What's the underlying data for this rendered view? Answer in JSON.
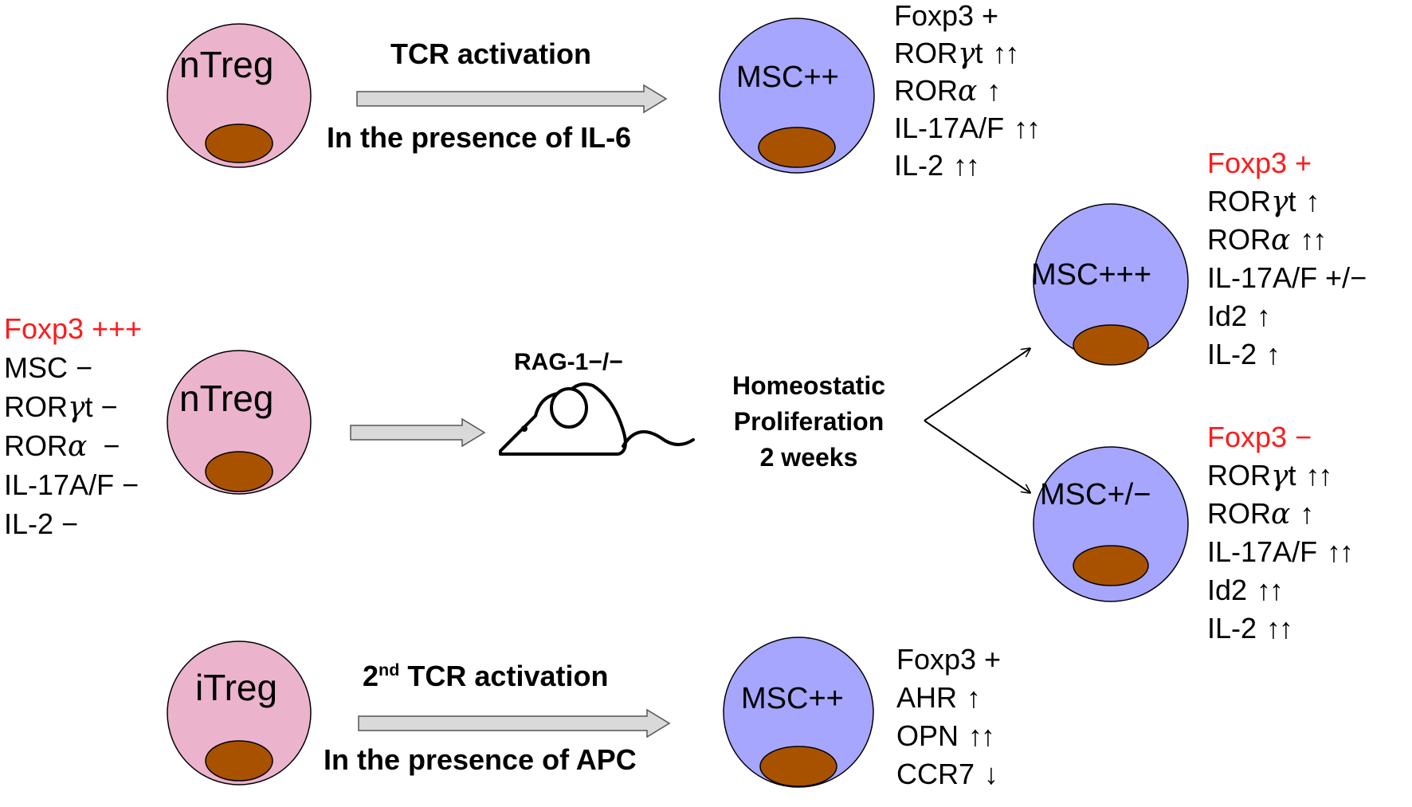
{
  "row_top": {
    "cell": "nTreg",
    "arrow_label_top": "TCR activation",
    "arrow_label_bottom": "In the presence of IL-6",
    "result_cell": "MSC++",
    "markers": [
      {
        "prefix": "Foxp3 +",
        "greek": "",
        "suffix": "",
        "arrows": ""
      },
      {
        "prefix": "ROR",
        "greek": "γ",
        "suffix": "t",
        "arrows": "↑↑"
      },
      {
        "prefix": "ROR",
        "greek": "α",
        "suffix": "",
        "arrows": "↑"
      },
      {
        "prefix": "IL-17A/F",
        "greek": "",
        "suffix": "",
        "arrows": "↑↑"
      },
      {
        "prefix": "IL-2",
        "greek": "",
        "suffix": "",
        "arrows": "↑↑"
      }
    ]
  },
  "row_middle": {
    "input_markers": [
      {
        "prefix": "Foxp3 +++",
        "greek": "",
        "suffix": "",
        "red": true
      },
      {
        "prefix": "MSC −",
        "greek": "",
        "suffix": ""
      },
      {
        "prefix": "ROR",
        "greek": "γ",
        "suffix": "t −"
      },
      {
        "prefix": "ROR",
        "greek": "α",
        "suffix": "  −"
      },
      {
        "prefix": "IL-17A/F −",
        "greek": "",
        "suffix": ""
      },
      {
        "prefix": "IL-2 −",
        "greek": "",
        "suffix": ""
      }
    ],
    "cell": "nTreg",
    "mouse_label": "RAG-1−/−",
    "process_lines": [
      "Homeostatic",
      "Proliferation",
      "2 weeks"
    ],
    "branch_upper": {
      "cell": "MSC+++",
      "markers": [
        {
          "prefix": "Foxp3 +",
          "greek": "",
          "suffix": "",
          "arrows": "",
          "red": true
        },
        {
          "prefix": "ROR",
          "greek": "γ",
          "suffix": "t",
          "arrows": "↑"
        },
        {
          "prefix": "ROR",
          "greek": "α",
          "suffix": "",
          "arrows": "↑↑"
        },
        {
          "prefix": "IL-17A/F +/−",
          "greek": "",
          "suffix": "",
          "arrows": ""
        },
        {
          "prefix": "Id2",
          "greek": "",
          "suffix": "",
          "arrows": "↑"
        },
        {
          "prefix": "IL-2",
          "greek": "",
          "suffix": "",
          "arrows": "↑"
        }
      ]
    },
    "branch_lower": {
      "cell": "MSC+/−",
      "markers": [
        {
          "prefix": "Foxp3 −",
          "greek": "",
          "suffix": "",
          "arrows": "",
          "red": true
        },
        {
          "prefix": "ROR",
          "greek": "γ",
          "suffix": "t",
          "arrows": "↑↑"
        },
        {
          "prefix": "ROR",
          "greek": "α",
          "suffix": "",
          "arrows": "↑"
        },
        {
          "prefix": "IL-17A/F",
          "greek": "",
          "suffix": "",
          "arrows": "↑↑"
        },
        {
          "prefix": "Id2",
          "greek": "",
          "suffix": "",
          "arrows": "↑↑"
        },
        {
          "prefix": "IL-2",
          "greek": "",
          "suffix": "",
          "arrows": "↑↑"
        }
      ]
    }
  },
  "row_bottom": {
    "cell": "iTreg",
    "arrow_label_top_main": "2",
    "arrow_label_top_sup": "nd",
    "arrow_label_top_rest": " TCR activation",
    "arrow_label_bottom": "In the presence of APC",
    "result_cell": "MSC++",
    "markers": [
      {
        "prefix": "Foxp3 +",
        "greek": "",
        "suffix": "",
        "arrows": ""
      },
      {
        "prefix": "AHR",
        "greek": "",
        "suffix": "",
        "arrows": "↑"
      },
      {
        "prefix": "OPN",
        "greek": "",
        "suffix": "",
        "arrows": "↑↑"
      },
      {
        "prefix": "CCR7",
        "greek": "",
        "suffix": "",
        "arrows": "↓"
      }
    ]
  },
  "colors": {
    "treg_fill": "#ebb3cc",
    "msc_fill": "#a6a6ff",
    "nucleus_fill": "#a85200",
    "arrow_fill": "#d9d9d9",
    "highlight": "#ff1a1a"
  }
}
